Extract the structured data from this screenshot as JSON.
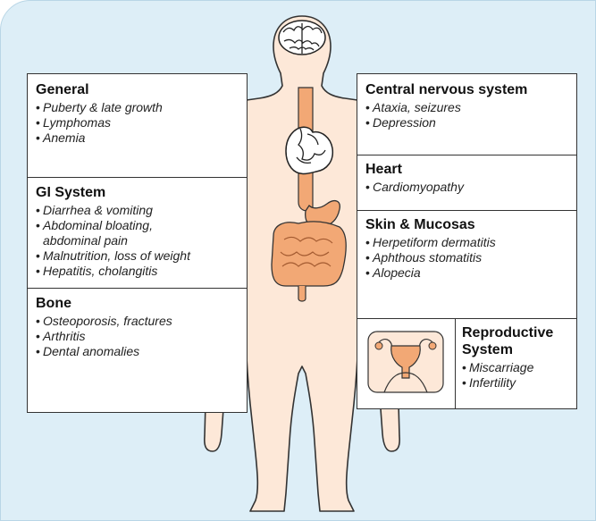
{
  "colors": {
    "background": "#ddeef7",
    "skin": "#fde8d8",
    "outline": "#333333",
    "organ": "#f2a875"
  },
  "left_box": {
    "sections": [
      {
        "title": "General",
        "items": [
          "Puberty & late growth",
          "Lymphomas",
          "Anemia"
        ]
      },
      {
        "title": "GI System",
        "items": [
          "Diarrhea & vomiting",
          "Abdominal bloating, abdominal pain",
          "Malnutrition, loss of weight",
          "Hepatitis, cholangitis"
        ]
      },
      {
        "title": "Bone",
        "items": [
          "Osteoporosis, fractures",
          "Arthritis",
          "Dental anomalies"
        ]
      }
    ]
  },
  "right_box": {
    "sections": [
      {
        "title": "Central nervous system",
        "items": [
          "Ataxia, seizures",
          "Depression"
        ]
      },
      {
        "title": "Heart",
        "items": [
          "Cardiomyopathy"
        ]
      },
      {
        "title": "Skin & Mucosas",
        "items": [
          "Herpetiform dermatitis",
          "Aphthous stomatitis",
          "Alopecia"
        ]
      },
      {
        "title": "Reproductive System",
        "items": [
          "Miscarriage",
          "Infertility"
        ]
      }
    ]
  },
  "icons": [
    "brain-icon",
    "heart-icon",
    "esophagus-icon",
    "stomach-icon",
    "intestines-icon",
    "uterus-icon"
  ]
}
